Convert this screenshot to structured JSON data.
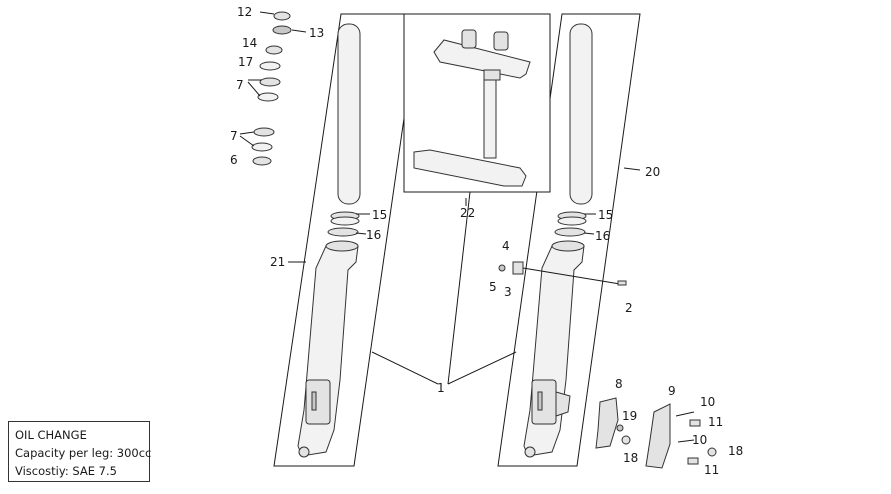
{
  "labels": {
    "l1": "1",
    "l2": "2",
    "l3": "3",
    "l4": "4",
    "l5": "5",
    "l6": "6",
    "l7a": "7",
    "l7b": "7",
    "l8": "8",
    "l9": "9",
    "l10a": "10",
    "l10b": "10",
    "l11a": "11",
    "l11b": "11",
    "l12": "12",
    "l13": "13",
    "l14": "14",
    "l15a": "15",
    "l15b": "15",
    "l16a": "16",
    "l16b": "16",
    "l17": "17",
    "l18a": "18",
    "l18b": "18",
    "l19": "19",
    "l20": "20",
    "l21": "21",
    "l22": "22"
  },
  "oil_change": {
    "title": "OIL CHANGE",
    "capacity": "Capacity per leg: 300cc",
    "viscosity": "Viscostiy: SAE 7.5"
  }
}
